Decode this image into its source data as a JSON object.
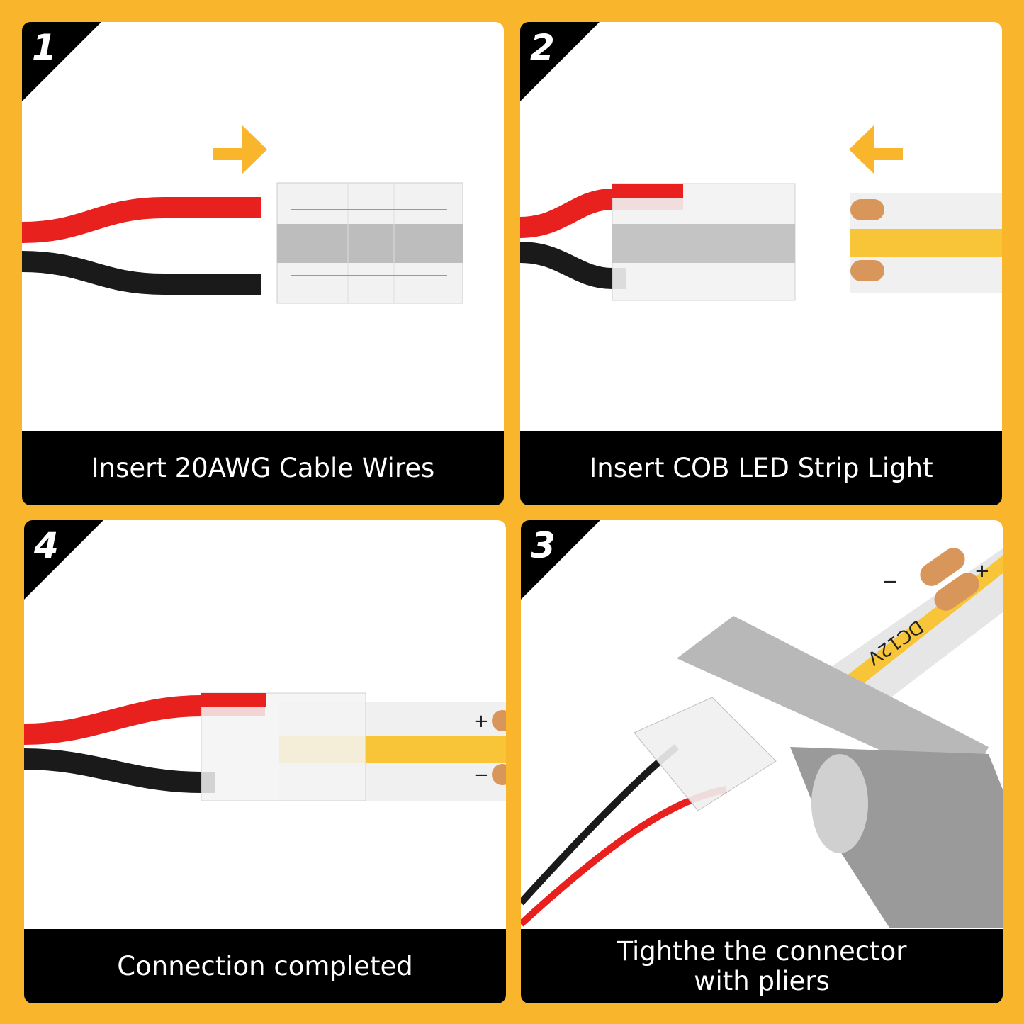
{
  "colors": {
    "background": "#F9B52B",
    "caption_bg": "#000000",
    "arrow": "#F9B52B",
    "wire_red": "#E8201E",
    "wire_black": "#1A1A1A",
    "cob_yellow": "#F7C537",
    "pad": "#D9965A"
  },
  "panels": [
    {
      "step": "1",
      "caption": "Insert 20AWG Cable Wires",
      "arrow": "arrow-right-icon"
    },
    {
      "step": "2",
      "caption": "Insert COB LED Strip Light",
      "arrow": "arrow-left-icon"
    },
    {
      "step": "4",
      "caption": "Connection completed",
      "strip_labels": {
        "plus": "+",
        "minus": "−"
      }
    },
    {
      "step": "3",
      "caption_line1": "Tighthe the connector",
      "caption_line2": "with pliers",
      "strip_labels": {
        "plus": "+",
        "minus": "−",
        "voltage": "DC12V"
      }
    }
  ]
}
